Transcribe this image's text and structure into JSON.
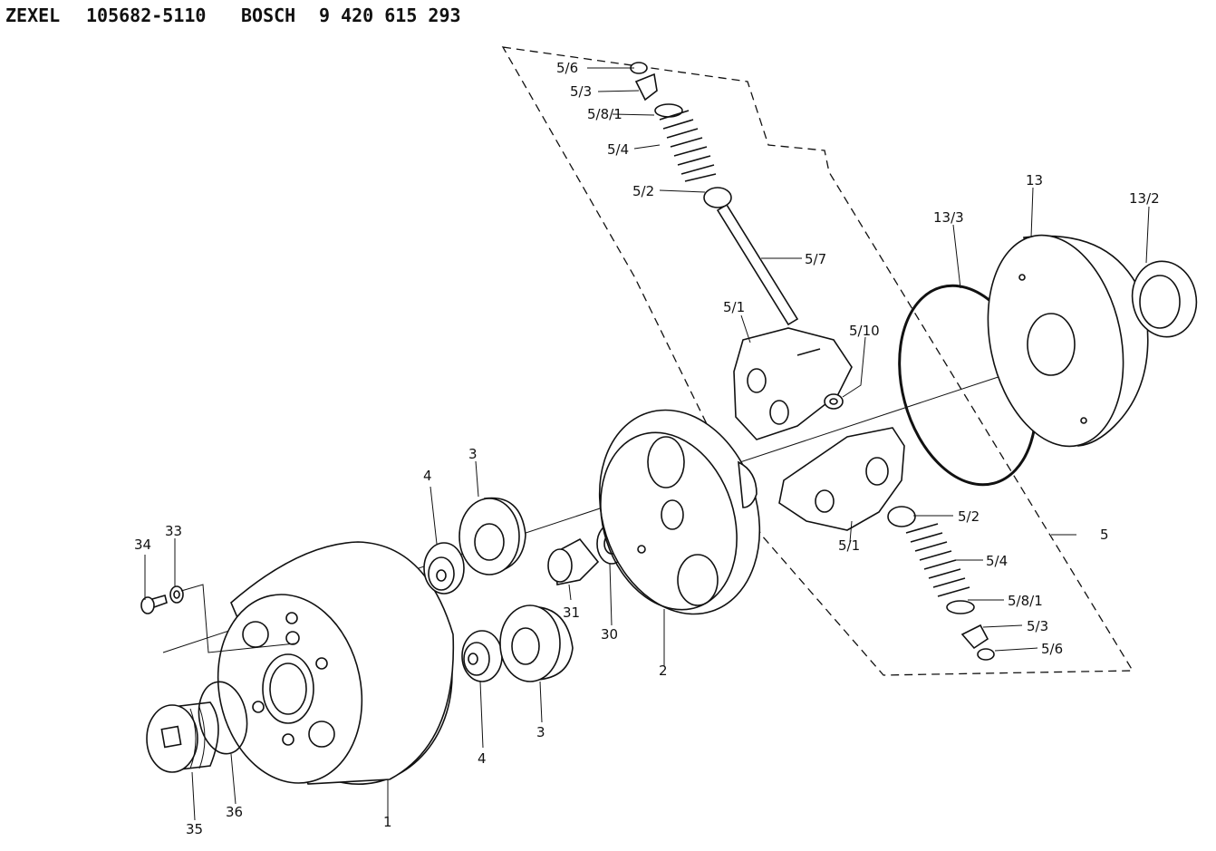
{
  "header": {
    "brand1": "ZEXEL",
    "part1": "105682-5110",
    "brand2": "BOSCH",
    "part2": "9 420 615 293"
  },
  "callouts": {
    "c_5_6_top": "5/6",
    "c_5_3_top": "5/3",
    "c_5_8_1_top": "5/8/1",
    "c_5_4_top": "5/4",
    "c_5_2_top": "5/2",
    "c_5_7": "5/7",
    "c_5_1_top": "5/1",
    "c_5_10": "5/10",
    "c_13": "13",
    "c_13_3": "13/3",
    "c_13_2": "13/2",
    "c_5": "5",
    "c_5_2_bot": "5/2",
    "c_5_4_bot": "5/4",
    "c_5_8_1_bot": "5/8/1",
    "c_5_3_bot": "5/3",
    "c_5_6_bot": "5/6",
    "c_5_1_bot": "5/1",
    "c_4_top": "4",
    "c_3_top": "3",
    "c_31": "31",
    "c_30": "30",
    "c_2": "2",
    "c_4_bot": "4",
    "c_3_bot": "3",
    "c_34": "34",
    "c_33": "33",
    "c_35": "35",
    "c_36": "36",
    "c_1": "1"
  }
}
